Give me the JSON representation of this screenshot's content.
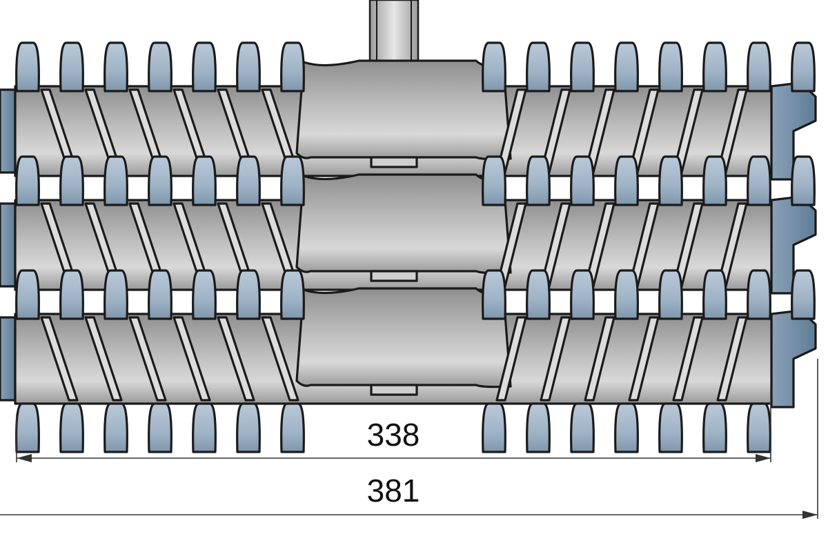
{
  "diagram": {
    "dimensions": {
      "inner_width_label": "338",
      "outer_width_label": "381"
    },
    "colors": {
      "background": "#ffffff",
      "rim_fill": "#aebfd0",
      "rim_shadow": "#7e95ab",
      "hub_light": "#d6d6d6",
      "hub_dark": "#8f8f8f",
      "outline": "#1a1a1a"
    },
    "layers": 3
  }
}
